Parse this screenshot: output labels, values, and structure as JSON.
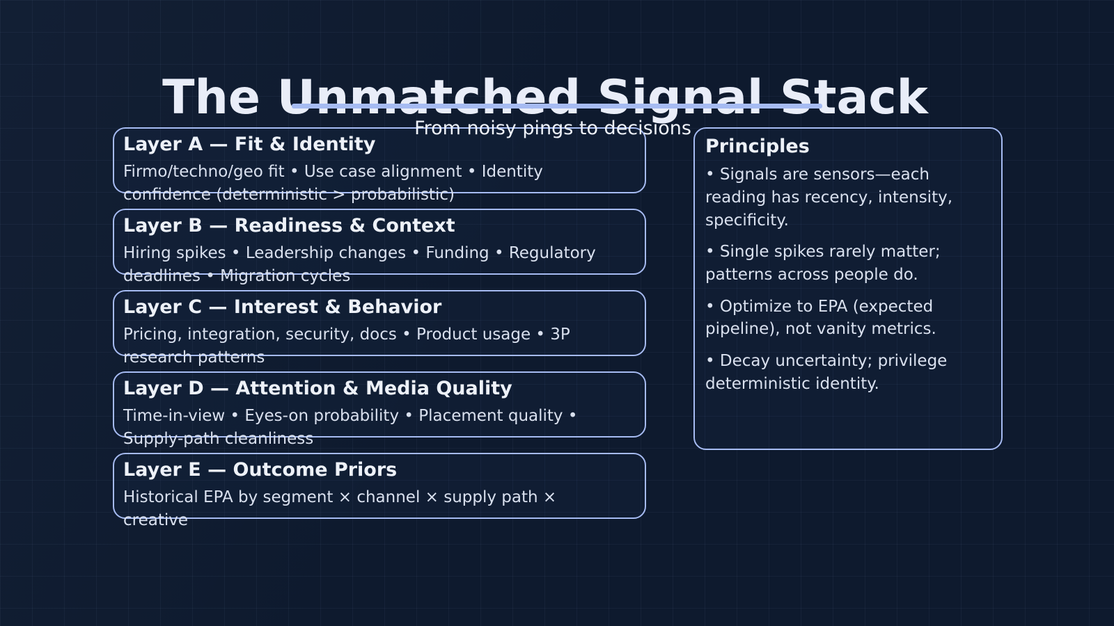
{
  "slide": {
    "title": "The Unmatched Signal Stack",
    "subtitle": "From noisy pings to decisions"
  },
  "layers": [
    {
      "heading": "Layer A — Fit & Identity",
      "body": "Firmo/techno/geo fit • Use case alignment • Identity confidence (deterministic > probabilistic)"
    },
    {
      "heading": "Layer B — Readiness & Context",
      "body": "Hiring spikes • Leadership changes • Funding • Regulatory deadlines • Migration cycles"
    },
    {
      "heading": "Layer C — Interest & Behavior",
      "body": "Pricing, integration, security, docs • Product usage • 3P research patterns"
    },
    {
      "heading": "Layer D — Attention & Media Quality",
      "body": "Time-in-view • Eyes-on probability • Placement quality • Supply-path cleanliness"
    },
    {
      "heading": "Layer E — Outcome Priors",
      "body": "Historical EPA by segment × channel × supply path × creative"
    }
  ],
  "principles": {
    "heading": "Principles",
    "bullets": [
      "• Signals are sensors—each reading has recency, intensity, specificity.",
      "• Single spikes rarely matter; patterns across people do.",
      "• Optimize to EPA (expected pipeline), not vanity metrics.",
      "• Decay uncertainty; privilege deterministic identity."
    ]
  },
  "colors": {
    "background": "#0e1a2e",
    "card_border": "#a6bbf2",
    "underline_accent": "#a6bbf2",
    "title_text": "#e9edf8",
    "body_text": "#d9e0ee"
  }
}
